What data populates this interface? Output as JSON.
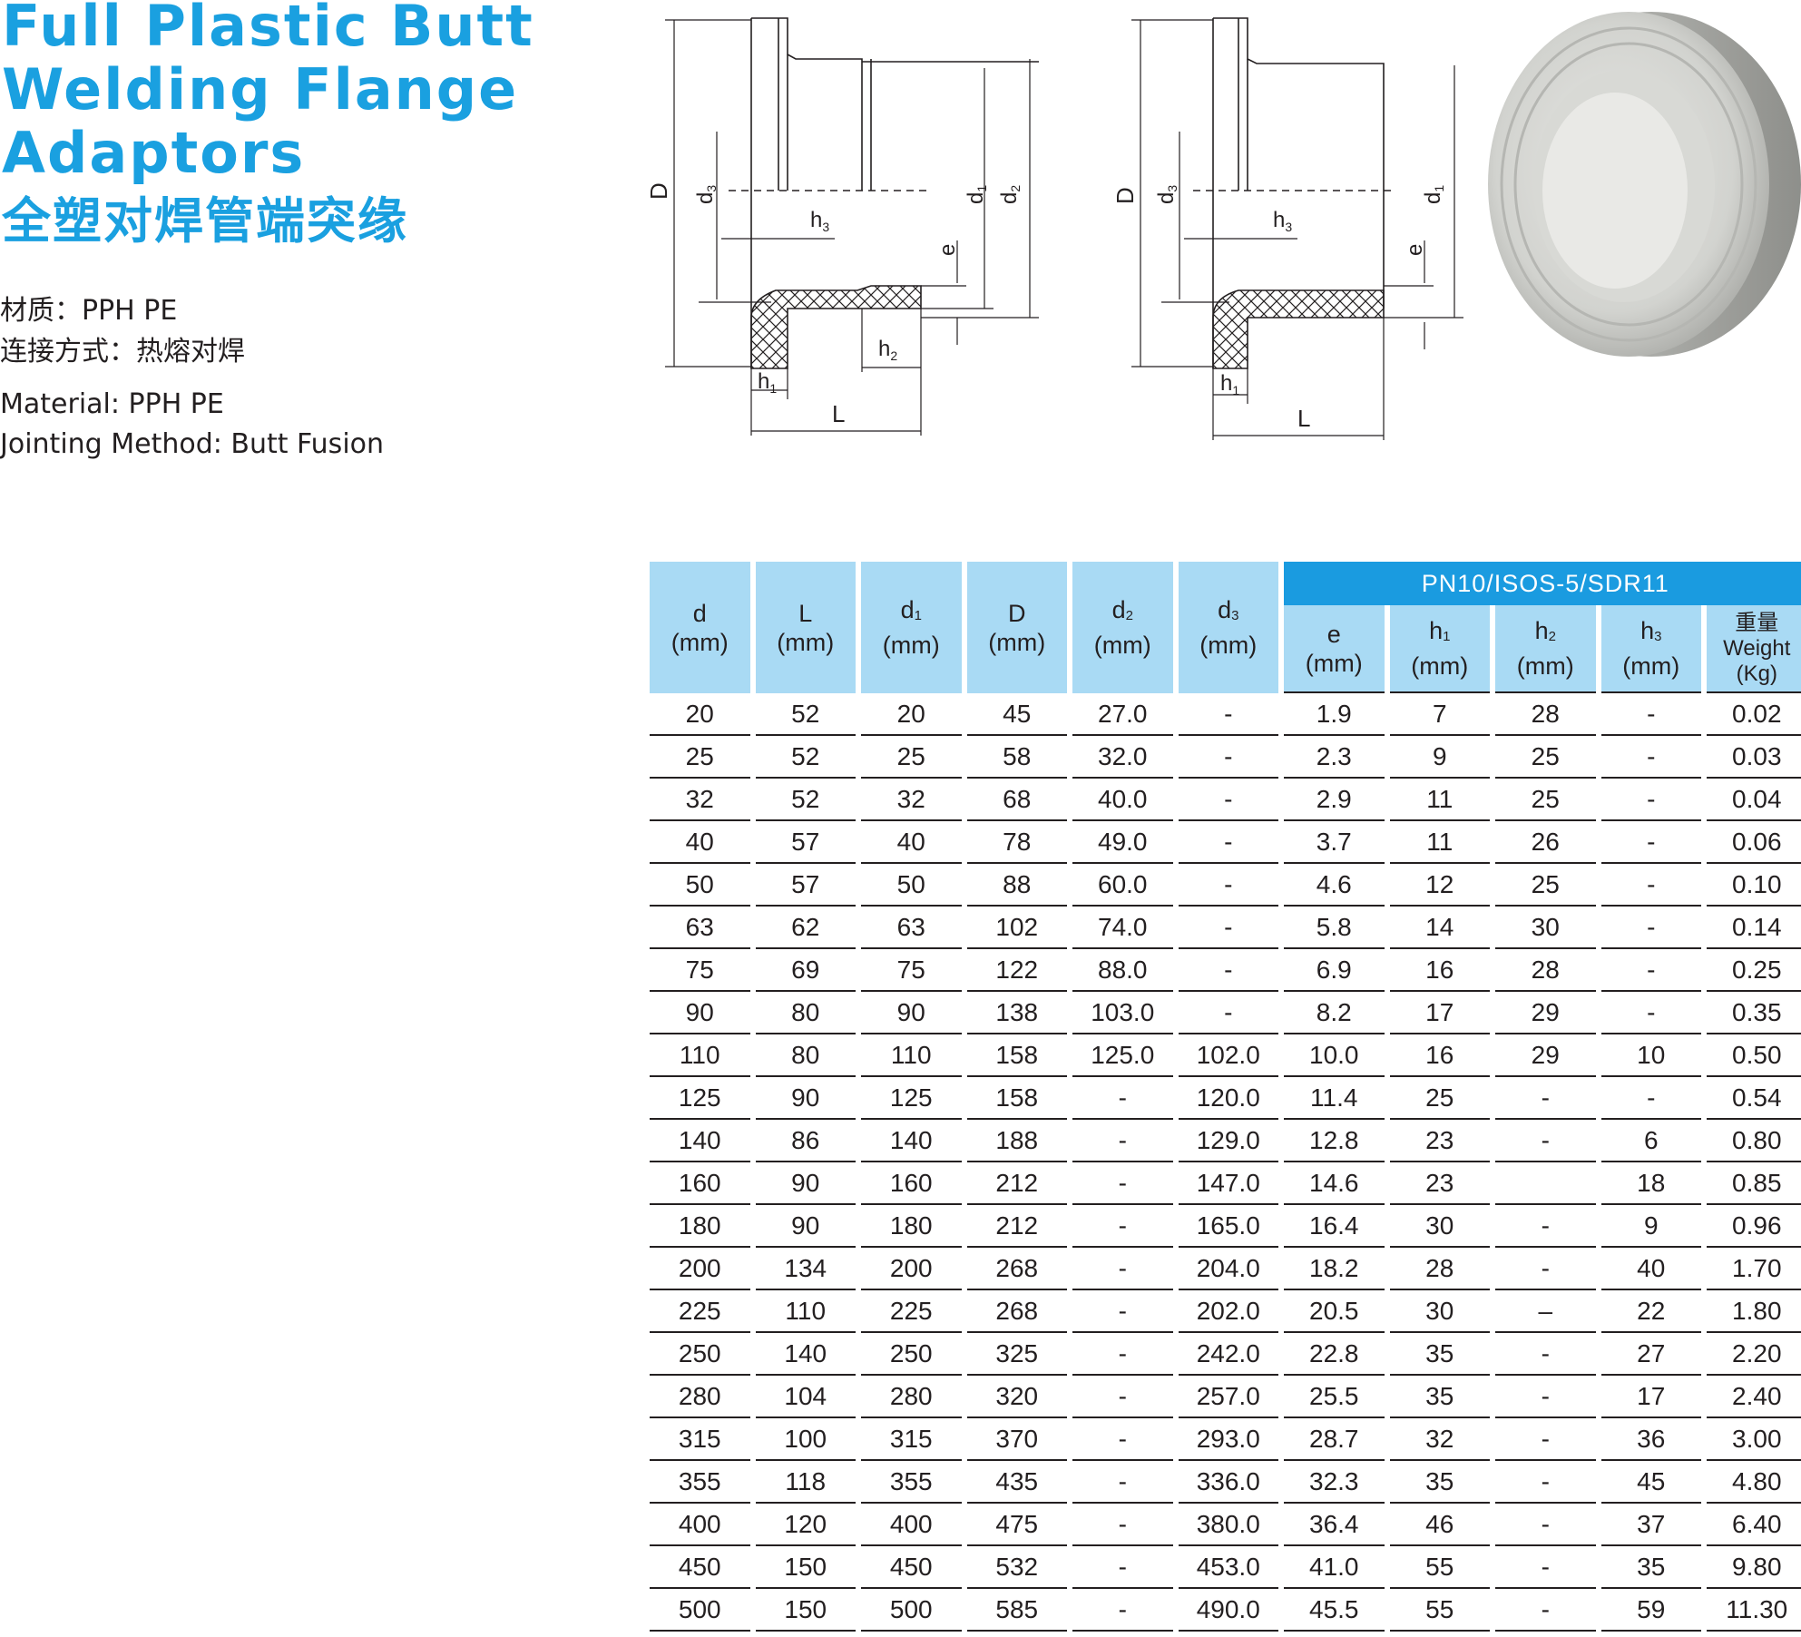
{
  "title_en": "Full Plastic Butt Welding Flange Adaptors",
  "title_cn": "全塑对焊管端突缘",
  "info": {
    "material_cn": "材质：PPH PE",
    "jointing_cn": "连接方式：热熔对焊",
    "material_en": "Material: PPH  PE",
    "jointing_en": "Jointing Method: Butt Fusion"
  },
  "diagram_labels": {
    "D": "D",
    "d1": "d",
    "d2": "d",
    "d3": "d",
    "h1": "h",
    "h2": "h",
    "h3": "h",
    "e": "e",
    "L": "L",
    "sub1": "1",
    "sub2": "2",
    "sub3": "3"
  },
  "table": {
    "group_header": "PN10/ISOS-5/SDR11",
    "unit": "(mm)",
    "weight_cn": "重量",
    "weight_en": "Weight",
    "weight_unit": "(Kg)",
    "columns": [
      "d",
      "L",
      "d",
      "D",
      "d",
      "d",
      "e",
      "h",
      "h",
      "h"
    ],
    "rows": [
      [
        "20",
        "52",
        "20",
        "45",
        "27.0",
        "-",
        "1.9",
        "7",
        "28",
        "-",
        "0.02"
      ],
      [
        "25",
        "52",
        "25",
        "58",
        "32.0",
        "-",
        "2.3",
        "9",
        "25",
        "-",
        "0.03"
      ],
      [
        "32",
        "52",
        "32",
        "68",
        "40.0",
        "-",
        "2.9",
        "11",
        "25",
        "-",
        "0.04"
      ],
      [
        "40",
        "57",
        "40",
        "78",
        "49.0",
        "-",
        "3.7",
        "11",
        "26",
        "-",
        "0.06"
      ],
      [
        "50",
        "57",
        "50",
        "88",
        "60.0",
        "-",
        "4.6",
        "12",
        "25",
        "-",
        "0.10"
      ],
      [
        "63",
        "62",
        "63",
        "102",
        "74.0",
        "-",
        "5.8",
        "14",
        "30",
        "-",
        "0.14"
      ],
      [
        "75",
        "69",
        "75",
        "122",
        "88.0",
        "-",
        "6.9",
        "16",
        "28",
        "-",
        "0.25"
      ],
      [
        "90",
        "80",
        "90",
        "138",
        "103.0",
        "-",
        "8.2",
        "17",
        "29",
        "-",
        "0.35"
      ],
      [
        "110",
        "80",
        "110",
        "158",
        "125.0",
        "102.0",
        "10.0",
        "16",
        "29",
        "10",
        "0.50"
      ],
      [
        "125",
        "90",
        "125",
        "158",
        "-",
        "120.0",
        "11.4",
        "25",
        "-",
        "-",
        "0.54"
      ],
      [
        "140",
        "86",
        "140",
        "188",
        "-",
        "129.0",
        "12.8",
        "23",
        "-",
        "6",
        "0.80"
      ],
      [
        "160",
        "90",
        "160",
        "212",
        "-",
        "147.0",
        "14.6",
        "23",
        "",
        "18",
        "0.85"
      ],
      [
        "180",
        "90",
        "180",
        "212",
        "-",
        "165.0",
        "16.4",
        "30",
        "-",
        "9",
        "0.96"
      ],
      [
        "200",
        "134",
        "200",
        "268",
        "-",
        "204.0",
        "18.2",
        "28",
        "-",
        "40",
        "1.70"
      ],
      [
        "225",
        "110",
        "225",
        "268",
        "-",
        "202.0",
        "20.5",
        "30",
        "–",
        "22",
        "1.80"
      ],
      [
        "250",
        "140",
        "250",
        "325",
        "-",
        "242.0",
        "22.8",
        "35",
        "-",
        "27",
        "2.20"
      ],
      [
        "280",
        "104",
        "280",
        "320",
        "-",
        "257.0",
        "25.5",
        "35",
        "-",
        "17",
        "2.40"
      ],
      [
        "315",
        "100",
        "315",
        "370",
        "-",
        "293.0",
        "28.7",
        "32",
        "-",
        "36",
        "3.00"
      ],
      [
        "355",
        "118",
        "355",
        "435",
        "-",
        "336.0",
        "32.3",
        "35",
        "-",
        "45",
        "4.80"
      ],
      [
        "400",
        "120",
        "400",
        "475",
        "-",
        "380.0",
        "36.4",
        "46",
        "-",
        "37",
        "6.40"
      ],
      [
        "450",
        "150",
        "450",
        "532",
        "-",
        "453.0",
        "41.0",
        "55",
        "-",
        "35",
        "9.80"
      ],
      [
        "500",
        "150",
        "500",
        "585",
        "-",
        "490.0",
        "45.5",
        "55",
        "-",
        "59",
        "11.30"
      ]
    ]
  },
  "colors": {
    "title": "#1aa0e0",
    "header_light": "#a9daf4",
    "header_dark": "#1a9be0"
  }
}
